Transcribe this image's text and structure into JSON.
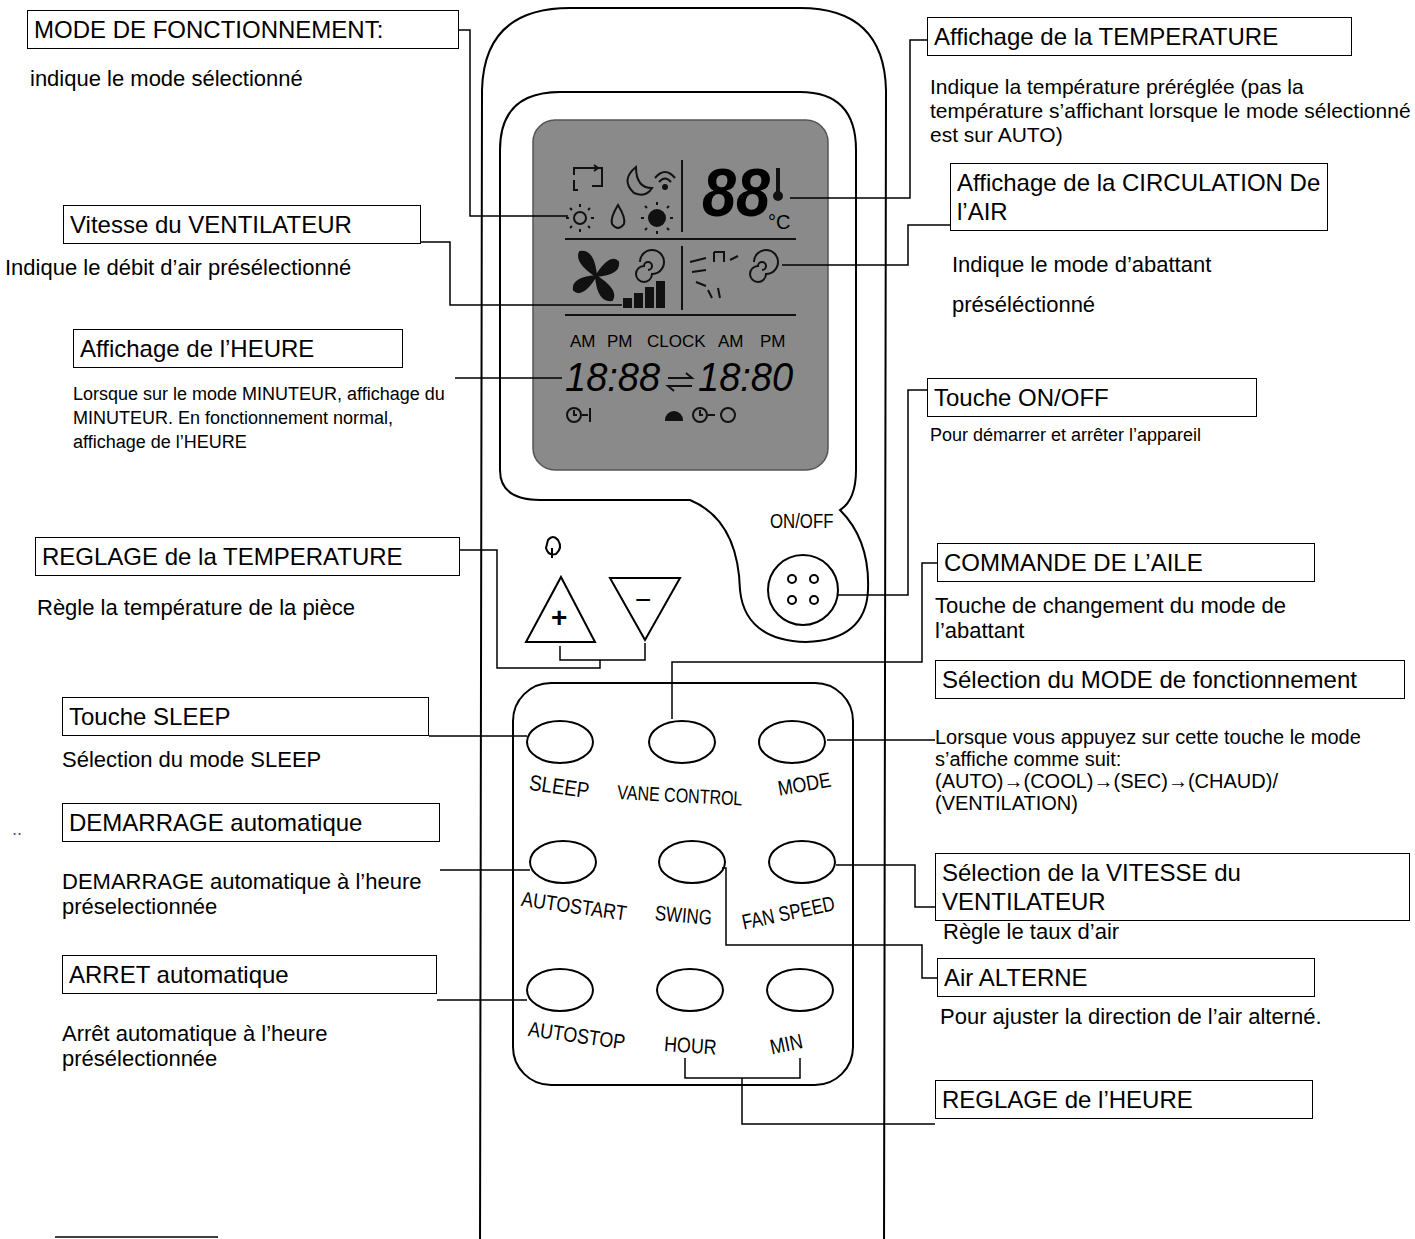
{
  "diagram": {
    "nodes": [
      {
        "text": [
          "MODE DE FONCTIONNEMENT:",
          "indique le mode sélectionné"
        ]
      },
      {
        "text": [
          "Affichage de la TEMPERATURE",
          "Indique la température préréglée (pas la température s’affichant lorsque le mode sélectionné est sur AUTO)"
        ]
      },
      {
        "text": [
          "Vitesse du VENTILATEUR",
          "Indique le débit d’air présélectionné"
        ]
      },
      {
        "text": [
          "Affichage de la CIRCULATION De l’AIR",
          "Indique le mode d’abattant préséléctionné"
        ]
      },
      {
        "text": [
          "Affichage de l’HEURE",
          "Lorsque sur le mode MINUTEUR, affichage du MINUTEUR. En fonctionnement normal, affichage de l’HEURE"
        ]
      },
      {
        "text": [
          "Touche ON/OFF",
          "Pour démarrer et arrêter l’appareil"
        ]
      },
      {
        "text": [
          "REGLAGE de la TEMPERATURE",
          "Règle la température de la pièce"
        ]
      },
      {
        "text": [
          "COMMANDE DE L’AILE",
          "Touche de changement du mode de l’abattant"
        ]
      },
      {
        "text": [
          "Sélection du MODE de fonctionnement",
          "Lorsque vous appuyez sur cette touche le mode s’affiche comme suit: (AUTO)→(COOL)→(SEC)→(CHAUD)/ (VENTILATION)"
        ]
      },
      {
        "text": [
          "Touche SLEEP",
          "Sélection du mode SLEEP"
        ]
      },
      {
        "text": [
          "DEMARRAGE automatique",
          "DEMARRAGE automatique à l’heure préselectionnée"
        ]
      },
      {
        "text": [
          "Sélection de la VITESSE du VENTILATEUR",
          "Règle le taux d’air"
        ]
      },
      {
        "text": [
          "Air ALTERNE",
          "Pour ajuster la direction de l’air alterné."
        ]
      },
      {
        "text": [
          "ARRET automatique",
          "Arrêt automatique à l’heure présélectionnée"
        ]
      },
      {
        "text": [
          "REGLAGE de l’HEURE"
        ]
      }
    ],
    "labels": [
      "88",
      "°C",
      "AM",
      "PM",
      "CLOCK",
      "AM",
      "PM",
      "18:88",
      "18:80",
      "ON/OFF",
      "+",
      "−",
      "SLEEP",
      "VANE CONTROL",
      "MODE",
      "AUTOSTART",
      "SWING",
      "FAN SPEED",
      "AUTOSTOP",
      "HOUR",
      "MIN",
      ".."
    ]
  }
}
